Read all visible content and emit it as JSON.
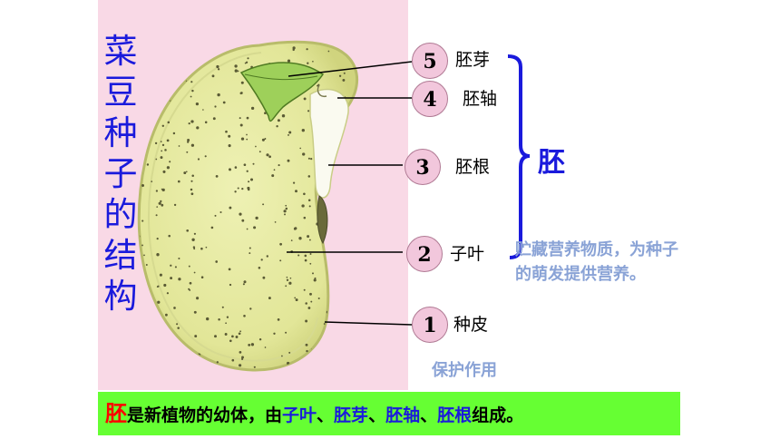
{
  "title_chars": [
    "菜",
    "豆",
    "种",
    "子",
    "的",
    "结",
    "构"
  ],
  "parts": [
    {
      "number": "5",
      "label": "胚芽"
    },
    {
      "number": "4",
      "label": "胚轴"
    },
    {
      "number": "3",
      "label": "胚根"
    },
    {
      "number": "2",
      "label": "子叶"
    },
    {
      "number": "1",
      "label": "种皮"
    }
  ],
  "embryo_label": "胚",
  "cotyledon_note": "贮藏营养物质，为种子的萌发提供营养。",
  "seed_coat_note": "保护作用",
  "summary": {
    "embryo": "胚",
    "text1": "是新植物的幼体，由",
    "part1": "子叶",
    "sep1": "、",
    "part2": "胚芽",
    "sep2": "、",
    "part3": "胚轴",
    "sep3": "、",
    "part4": "胚根",
    "text2": "组成。"
  },
  "colors": {
    "title_blue": "#1a1adc",
    "note_blue": "#8aa3d6",
    "panel_pink": "#f9d9e6",
    "summary_green": "#66ff33",
    "embryo_red": "#ff0000",
    "bean_fill": "#e9eda0",
    "bean_outline": "#c8cc7a"
  }
}
